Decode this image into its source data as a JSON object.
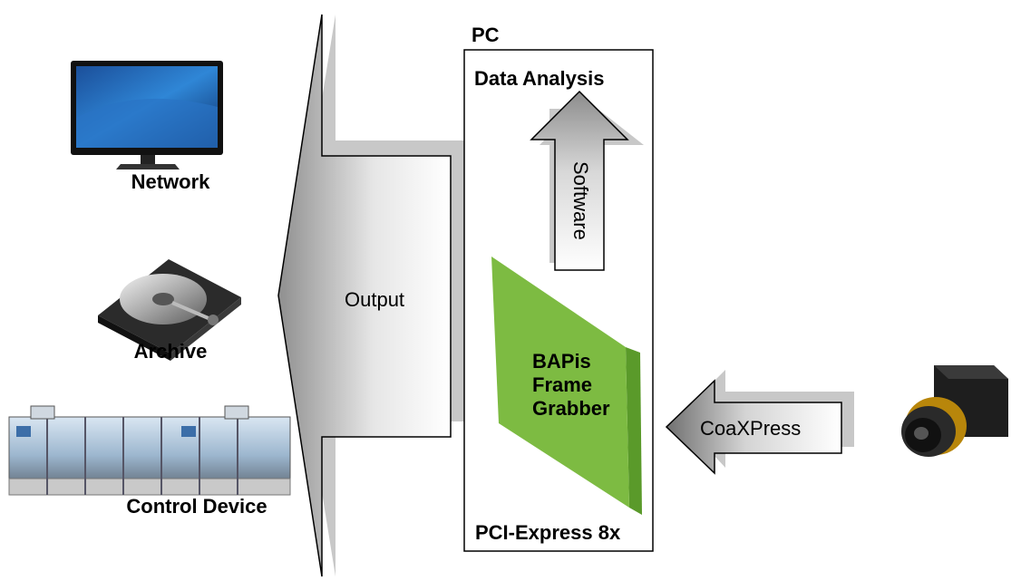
{
  "pc": {
    "title": "PC",
    "data_analysis": "Data Analysis",
    "software": "Software",
    "grabber": [
      "BAPis",
      "Frame",
      "Grabber"
    ],
    "bus": "PCI-Express 8x"
  },
  "output_label": "Output",
  "input_label": "CoaXPress",
  "destinations": {
    "network": "Network",
    "archive": "Archive",
    "control": "Control Device"
  },
  "colors": {
    "grabber_face": "#7dbb42",
    "grabber_side": "#5a9a2a",
    "shadow": "#c8c8c8"
  },
  "icons": [
    "monitor-icon",
    "hard-drive-icon",
    "machine-line-icon",
    "camera-icon"
  ]
}
